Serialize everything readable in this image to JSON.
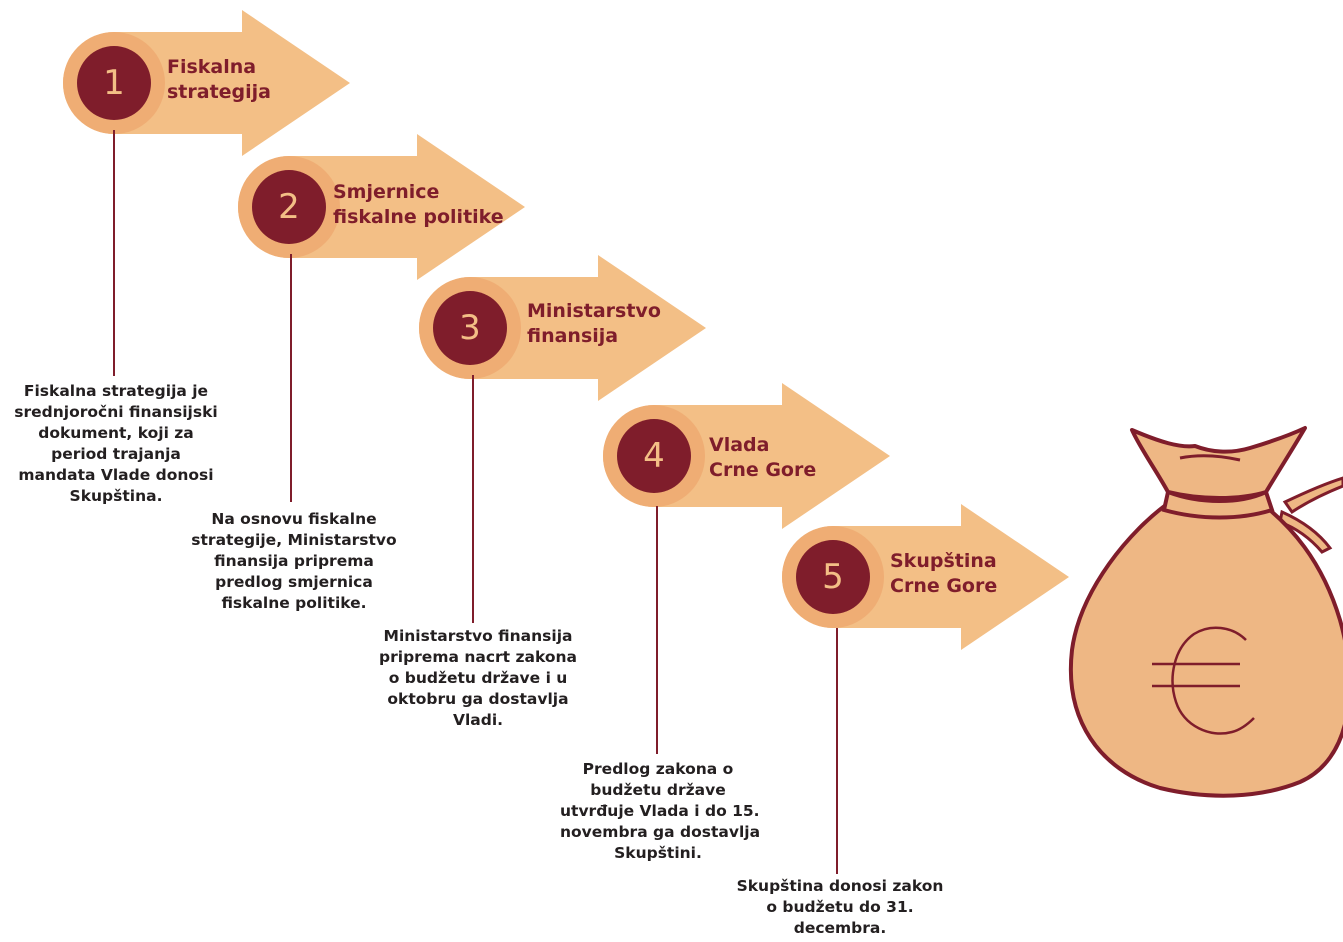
{
  "steps": [
    {
      "number": "1",
      "title_lines": [
        "Fiskalna",
        "strategija"
      ],
      "desc_lines": [
        "Fiskalna strategija je",
        "srednjoročni finansijski",
        "dokument, koji  za",
        "period trajanja",
        "mandata Vlade donosi",
        "Skupština."
      ]
    },
    {
      "number": "2",
      "title_lines": [
        "Smjernice",
        "fiskalne politike"
      ],
      "desc_lines": [
        "Na osnovu fiskalne",
        "strategije, Ministarstvo",
        "finansija priprema",
        "predlog smjernica",
        "fiskalne politike."
      ]
    },
    {
      "number": "3",
      "title_lines": [
        "Ministarstvo",
        "finansija"
      ],
      "desc_lines": [
        "Ministarstvo finansija",
        "priprema nacrt zakona",
        "o budžetu države i u",
        "oktobru ga dostavlja",
        "Vladi."
      ]
    },
    {
      "number": "4",
      "title_lines": [
        "Vlada",
        "Crne Gore"
      ],
      "desc_lines": [
        "Predlog zakona o",
        "budžetu države",
        "utvrđuje Vlada i do 15.",
        "novembra ga dostavlja",
        "Skupštini."
      ]
    },
    {
      "number": "5",
      "title_lines": [
        "Skupština",
        "Crne Gore"
      ],
      "desc_lines": [
        "Skupština donosi zakon",
        "o budžetu do 31.",
        "decembra."
      ]
    }
  ],
  "colors": {
    "arrow": "#f3bf86",
    "arrow_dark": "#e8a86a",
    "maroon": "#7f1d2b",
    "bag": "#eeb784",
    "text": "#231f20"
  },
  "icons": {
    "bag": "money-bag-icon",
    "currency": "euro-icon"
  }
}
